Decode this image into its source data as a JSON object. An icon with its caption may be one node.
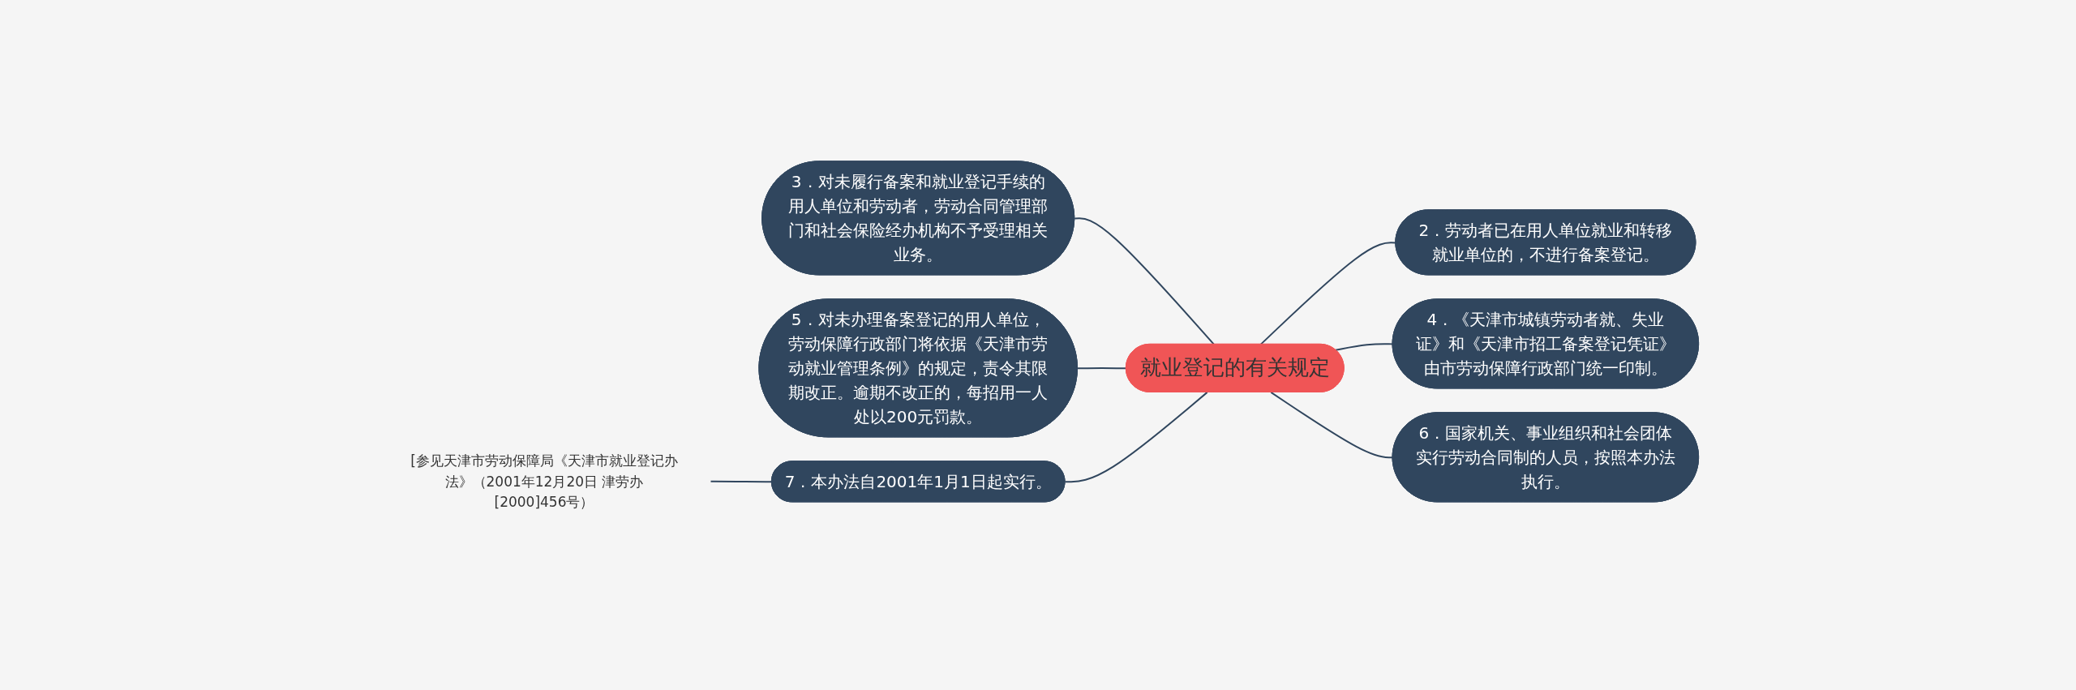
{
  "diagram": {
    "nodes": [
      {
        "text": [
          "就业登记的有关规定"
        ]
      },
      {
        "text": [
          "3．对未履行备案和就业登记手续的用人单位和劳动者，劳动合同管理部门和社会保险经办机构不予受理相关业务。"
        ]
      },
      {
        "text": [
          "2．劳动者已在用人单位就业和转移就业单位的，不进行备案登记。"
        ]
      },
      {
        "text": [
          "5．对未办理备案登记的用人单位，劳动保障行政部门将依据《天津市劳动就业管理条例》的规定，责令其限期改正。逾期不改正的，每招用一人处以200元罚款。"
        ]
      },
      {
        "text": [
          "4．《天津市城镇劳动者就、失业证》和《天津市招工备案登记凭证》由市劳动保障行政部门统一印制。"
        ]
      },
      {
        "text": [
          "7．本办法自2001年1月1日起实行。"
        ]
      },
      {
        "text": [
          "6．国家机关、事业组织和社会团体实行劳动合同制的人员，按照本办法执行。"
        ]
      },
      {
        "text": [
          "[参见天津市劳动保障局《天津市就业登记办法》（2001年12月20日 津劳办[2000]456号）"
        ]
      }
    ],
    "edges": [
      {
        "from": 1,
        "to": 0,
        "arrow": "none"
      },
      {
        "from": 0,
        "to": 2,
        "arrow": "none"
      },
      {
        "from": 3,
        "to": 0,
        "arrow": "none"
      },
      {
        "from": 0,
        "to": 4,
        "arrow": "none"
      },
      {
        "from": 5,
        "to": 0,
        "arrow": "none"
      },
      {
        "from": 0,
        "to": 6,
        "arrow": "none"
      },
      {
        "from": 7,
        "to": 5,
        "arrow": "none"
      }
    ]
  }
}
